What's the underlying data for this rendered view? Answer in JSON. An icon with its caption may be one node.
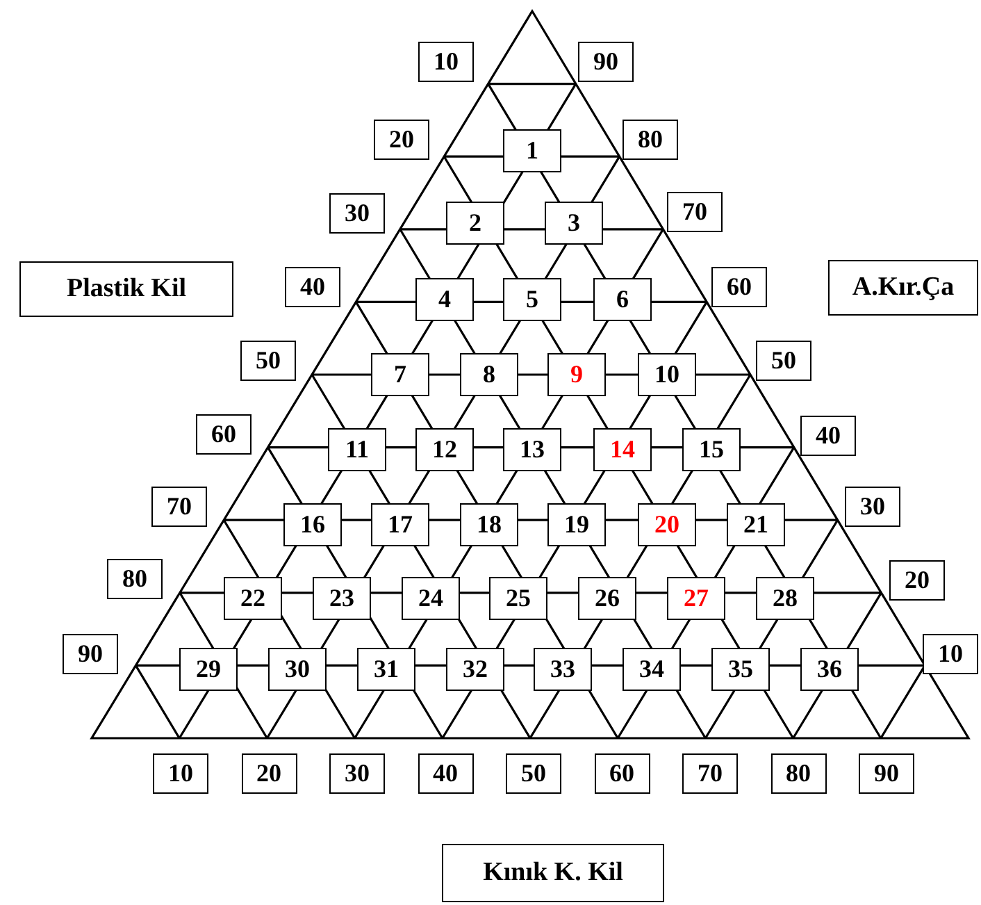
{
  "diagram": {
    "nodes": [
      {
        "text": [
          "1"
        ]
      },
      {
        "text": [
          "2"
        ]
      },
      {
        "text": [
          "3"
        ]
      },
      {
        "text": [
          "4"
        ]
      },
      {
        "text": [
          "5"
        ]
      },
      {
        "text": [
          "6"
        ]
      },
      {
        "text": [
          "7"
        ]
      },
      {
        "text": [
          "8"
        ]
      },
      {
        "text": [
          "9"
        ]
      },
      {
        "text": [
          "10"
        ]
      },
      {
        "text": [
          "11"
        ]
      },
      {
        "text": [
          "12"
        ]
      },
      {
        "text": [
          "13"
        ]
      },
      {
        "text": [
          "14"
        ]
      },
      {
        "text": [
          "15"
        ]
      },
      {
        "text": [
          "16"
        ]
      },
      {
        "text": [
          "17"
        ]
      },
      {
        "text": [
          "18"
        ]
      },
      {
        "text": [
          "19"
        ]
      },
      {
        "text": [
          "20"
        ]
      },
      {
        "text": [
          "21"
        ]
      },
      {
        "text": [
          "22"
        ]
      },
      {
        "text": [
          "23"
        ]
      },
      {
        "text": [
          "24"
        ]
      },
      {
        "text": [
          "25"
        ]
      },
      {
        "text": [
          "26"
        ]
      },
      {
        "text": [
          "27"
        ]
      },
      {
        "text": [
          "28"
        ]
      },
      {
        "text": [
          "29"
        ]
      },
      {
        "text": [
          "30"
        ]
      },
      {
        "text": [
          "31"
        ]
      },
      {
        "text": [
          "32"
        ]
      },
      {
        "text": [
          "33"
        ]
      },
      {
        "text": [
          "34"
        ]
      },
      {
        "text": [
          "35"
        ]
      },
      {
        "text": [
          "36"
        ]
      },
      {
        "text": [
          "10"
        ]
      },
      {
        "text": [
          "20"
        ]
      },
      {
        "text": [
          "30"
        ]
      },
      {
        "text": [
          "40"
        ]
      },
      {
        "text": [
          "50"
        ]
      },
      {
        "text": [
          "60"
        ]
      },
      {
        "text": [
          "70"
        ]
      },
      {
        "text": [
          "80"
        ]
      },
      {
        "text": [
          "90"
        ]
      },
      {
        "text": [
          "90"
        ]
      },
      {
        "text": [
          "80"
        ]
      },
      {
        "text": [
          "70"
        ]
      },
      {
        "text": [
          "60"
        ]
      },
      {
        "text": [
          "50"
        ]
      },
      {
        "text": [
          "40"
        ]
      },
      {
        "text": [
          "30"
        ]
      },
      {
        "text": [
          "20"
        ]
      },
      {
        "text": [
          "10"
        ]
      },
      {
        "text": [
          "10"
        ]
      },
      {
        "text": [
          "20"
        ]
      },
      {
        "text": [
          "30"
        ]
      },
      {
        "text": [
          "40"
        ]
      },
      {
        "text": [
          "50"
        ]
      },
      {
        "text": [
          "60"
        ]
      },
      {
        "text": [
          "70"
        ]
      },
      {
        "text": [
          "80"
        ]
      },
      {
        "text": [
          "90"
        ]
      },
      {
        "text": [
          "Plastik Kil"
        ]
      },
      {
        "text": [
          "A.Kır.Ça"
        ]
      },
      {
        "text": [
          "Kınık K. Kil"
        ]
      }
    ]
  }
}
